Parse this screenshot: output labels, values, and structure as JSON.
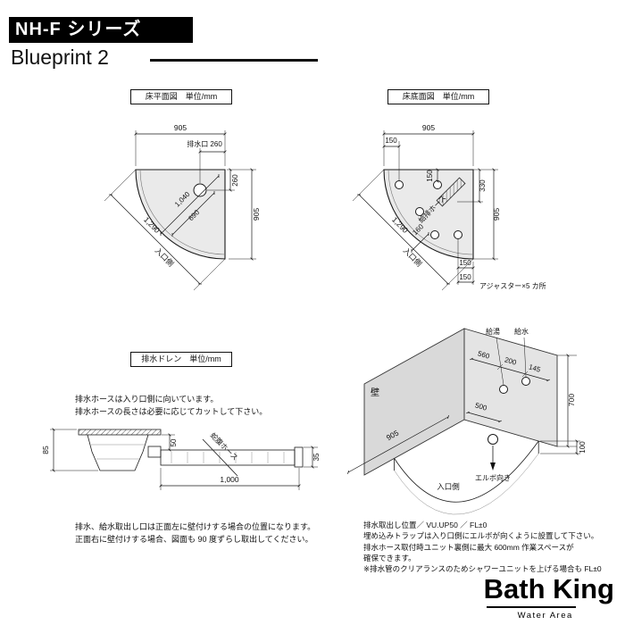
{
  "colors": {
    "ink": "#111111",
    "panel_fill": "#eaeaea",
    "wall_fill": "#d9d9d9"
  },
  "header": {
    "series_title": "NH-F シリーズ",
    "subtitle": "Blueprint 2"
  },
  "floor_plan": {
    "label": "床平面図　単位/mm",
    "dim_top_width": "905",
    "dim_drain": "排水口 260",
    "dim_drain_vertical": "260",
    "dim_right_height": "905",
    "dim_diag_long": "1,040",
    "dim_diag_short": "690",
    "dim_entrance": "1,290",
    "entrance_label": "入口側"
  },
  "floor_bottom": {
    "label": "床底面図　単位/mm",
    "dim_top_width": "905",
    "dim_left_offset": "150",
    "dim_top_offset": "150",
    "dim_hose_depth": "330",
    "hose_label": "給排ホース",
    "dim_adjuster": "160",
    "dim_right_height": "905",
    "dim_entrance": "1,290",
    "entrance_label": "入口側",
    "dim_bottom_offset_1": "150",
    "dim_bottom_offset_2": "150",
    "adjuster_note": "アジャスター×5 カ所"
  },
  "drain": {
    "label": "排水ドレン　単位/mm",
    "note_top_1": "排水ホースは入り口側に向いています。",
    "note_top_2": "排水ホースの長さは必要に応じてカットして下さい。",
    "dim_body_height": "85",
    "dim_outlet_height": "50",
    "hose_label": "蛇腹ホース",
    "dim_hose_end_height": "35",
    "dim_hose_length": "1,000",
    "note_bottom_1": "排水、給水取出し口は正面左に壁付けする場合の位置になります。",
    "note_bottom_2": "正面右に壁付けする場合、図面も 90 度ずらし取出してください。"
  },
  "installation": {
    "wall_label": "壁",
    "hot_water_label": "給湯",
    "cold_water_label": "給水",
    "dim_tap_1": "560",
    "dim_tap_2": "200",
    "dim_tap_3": "145",
    "dim_wall_width": "905",
    "dim_trap_offset": "500",
    "dim_wall_height": "700",
    "dim_base_height": "100",
    "elbow_label": "エルボ向き",
    "entrance_label": "入口側",
    "note_1": "排水取出し位置／ VU.UP50 ／ FL±0",
    "note_2": "埋め込みトラップは入り口側にエルボが向くように設置して下さい。",
    "note_3": "排水ホース取付時ユニット裏側に最大 600mm 作業スペースが",
    "note_4": "確保できます。",
    "note_5": "※排水管のクリアランスのためシャワーユニットを上げる場合も FL±0"
  },
  "footer": {
    "brand": "Bath King",
    "tagline": "Water Area"
  }
}
